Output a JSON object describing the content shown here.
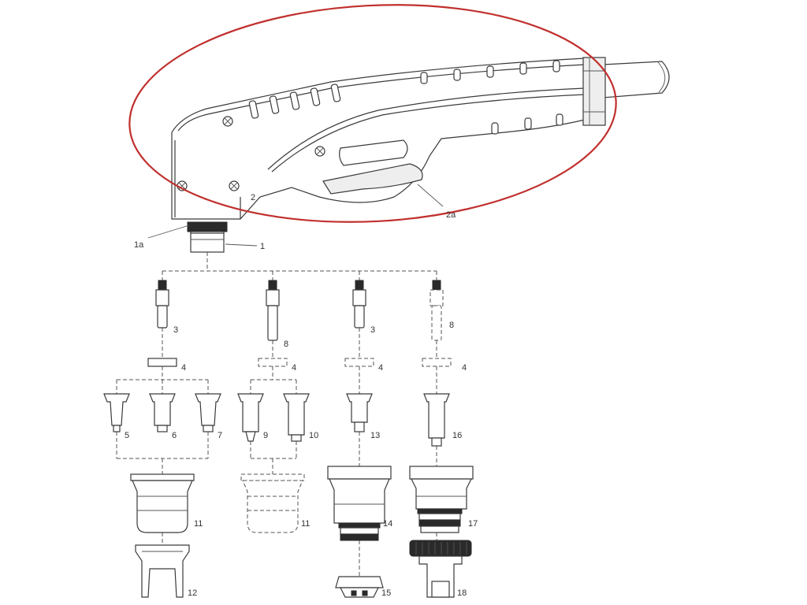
{
  "colors": {
    "highlight_ellipse": "#c0302e",
    "line": "#3a3a3a",
    "background": "#ffffff"
  },
  "labels": {
    "p1": "1",
    "p1a": "1a",
    "p2": "2",
    "p2a": "2a",
    "p3_left": "3",
    "p3_right": "3",
    "p4_a": "4",
    "p4_b": "4",
    "p4_c": "4",
    "p4_d": "4",
    "p5": "5",
    "p6": "6",
    "p7": "7",
    "p8_left": "8",
    "p8_right": "8",
    "p9": "9",
    "p10": "10",
    "p11_solid": "11",
    "p11_dashed": "11",
    "p12": "12",
    "p13": "13",
    "p14": "14",
    "p15": "15",
    "p16": "16",
    "p17": "17",
    "p18": "18"
  }
}
